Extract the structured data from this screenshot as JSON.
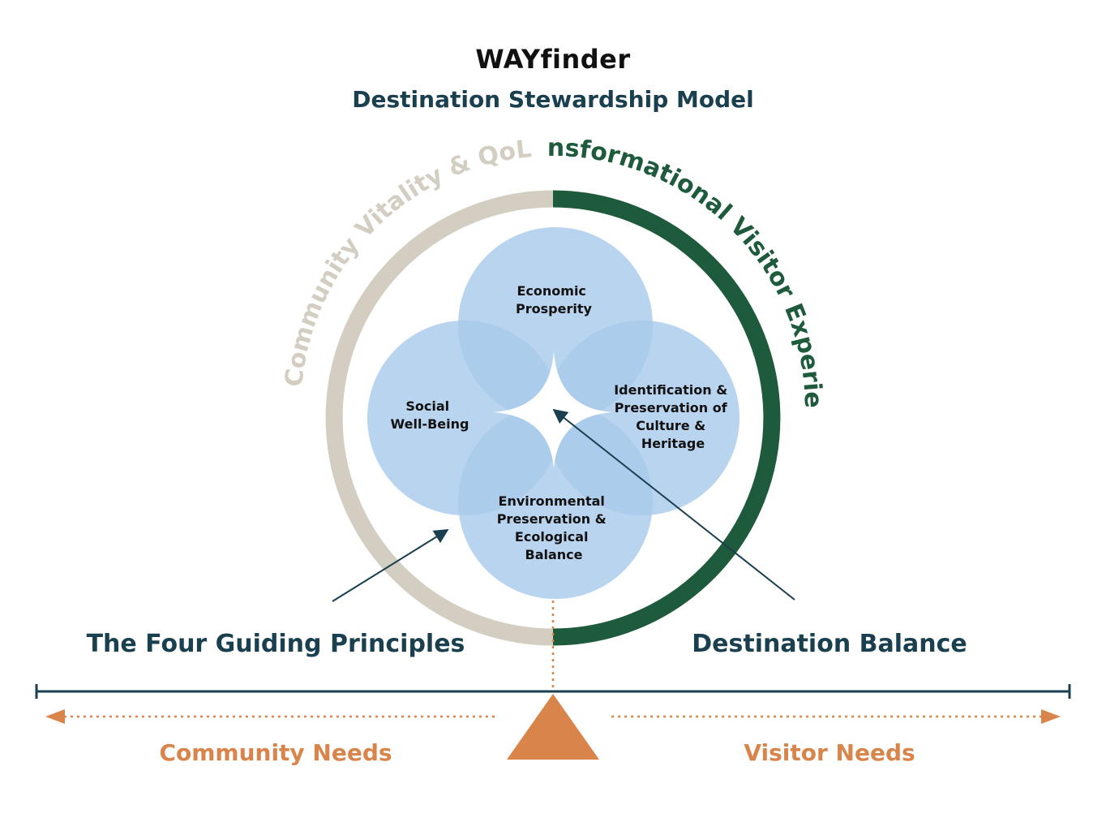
{
  "brand": {
    "logo_text": "WAYfinder"
  },
  "title": "Destination Stewardship Model",
  "ring": {
    "left_label": "Community Vitality & QoL",
    "right_label": "Transformational Visitor Experience",
    "left_color": "#d3cec1",
    "right_color": "#1e5a3c"
  },
  "principles": {
    "top": [
      "Economic",
      "Prosperity"
    ],
    "left": [
      "Social",
      "Well-Being"
    ],
    "right": [
      "Identification &",
      "Preservation of",
      "Culture &",
      "Heritage"
    ],
    "bottom": [
      "Environmental",
      "Preservation &",
      "Ecological",
      "Balance"
    ],
    "circle_color": "#a9cbec"
  },
  "callouts": {
    "left": "The Four Guiding Principles",
    "right": "Destination Balance"
  },
  "scale": {
    "left_label": "Community Needs",
    "right_label": "Visitor Needs",
    "accent_color": "#d9844a",
    "beam_color": "#1a3f4f"
  }
}
